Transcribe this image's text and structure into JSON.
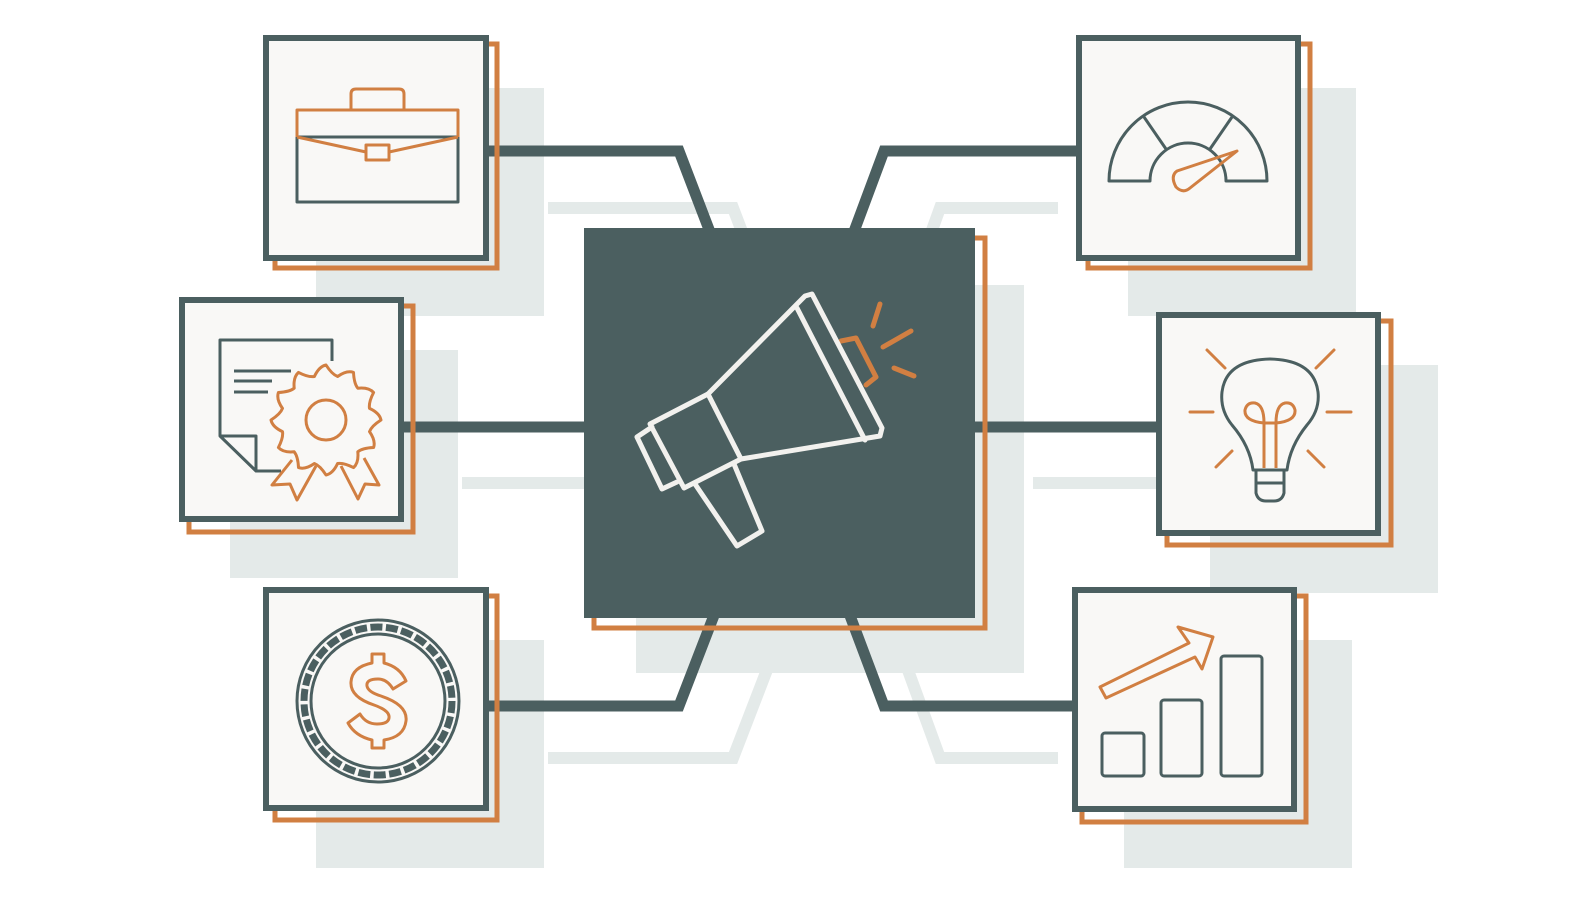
{
  "colors": {
    "background": "#ffffff",
    "slate": "#4b5f60",
    "orange": "#d17f42",
    "card_fill": "#f9f8f6",
    "shadow": "#e4eae9",
    "icon_light": "#f2f1ee"
  },
  "hub": {
    "icon": "megaphone-icon"
  },
  "nodes": [
    {
      "id": "briefcase",
      "icon": "briefcase-icon",
      "position": "top-left"
    },
    {
      "id": "certificate",
      "icon": "certificate-award-icon",
      "position": "middle-left"
    },
    {
      "id": "coin",
      "icon": "dollar-coin-icon",
      "position": "bottom-left"
    },
    {
      "id": "gauge",
      "icon": "speedometer-gauge-icon",
      "position": "top-right"
    },
    {
      "id": "lightbulb",
      "icon": "lightbulb-idea-icon",
      "position": "middle-right"
    },
    {
      "id": "growth",
      "icon": "growth-bar-chart-icon",
      "position": "bottom-right"
    }
  ]
}
